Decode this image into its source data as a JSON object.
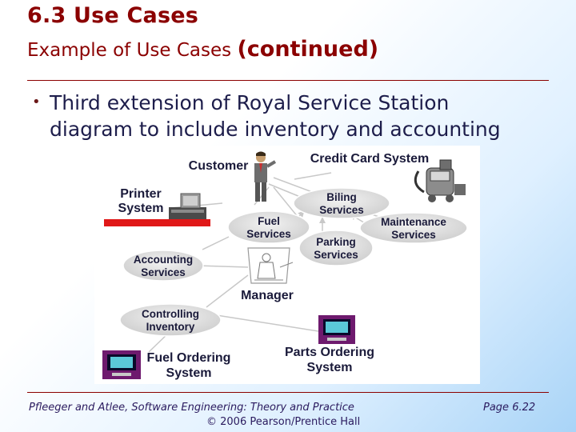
{
  "slide": {
    "title": "6.3 Use Cases",
    "subtitle_prefix": "Example of Use Cases ",
    "subtitle_suffix": "(continued)",
    "bullet_line1": "Third extension of Royal Service Station",
    "bullet_line2": "diagram to include inventory and accounting"
  },
  "diagram": {
    "actors": {
      "customer": "Customer",
      "credit_card_system": "Credit Card System",
      "printer_system_line1": "Printer",
      "printer_system_line2": "System",
      "manager": "Manager",
      "fuel_ordering_line1": "Fuel Ordering",
      "fuel_ordering_line2": "System",
      "parts_ordering_line1": "Parts Ordering",
      "parts_ordering_line2": "System"
    },
    "use_cases": {
      "billing_line1": "Biling",
      "billing_line2": "Services",
      "fuel_line1": "Fuel",
      "fuel_line2": "Services",
      "maintenance_line1": "Maintenance",
      "maintenance_line2": "Services",
      "parking_line1": "Parking",
      "parking_line2": "Services",
      "accounting_line1": "Accounting",
      "accounting_line2": "Services",
      "inventory_line1": "Controlling",
      "inventory_line2": "Inventory"
    }
  },
  "footer": {
    "reference": "Pfleeger and Atlee, Software Engineering: Theory and Practice",
    "copyright": "© 2006 Pearson/Prentice Hall",
    "page": "Page 6.22"
  },
  "colors": {
    "title": "#8b0000",
    "body_text": "#1d1d4b",
    "ellipse_fill": "#d9d9d9",
    "printer_red": "#e01818"
  }
}
